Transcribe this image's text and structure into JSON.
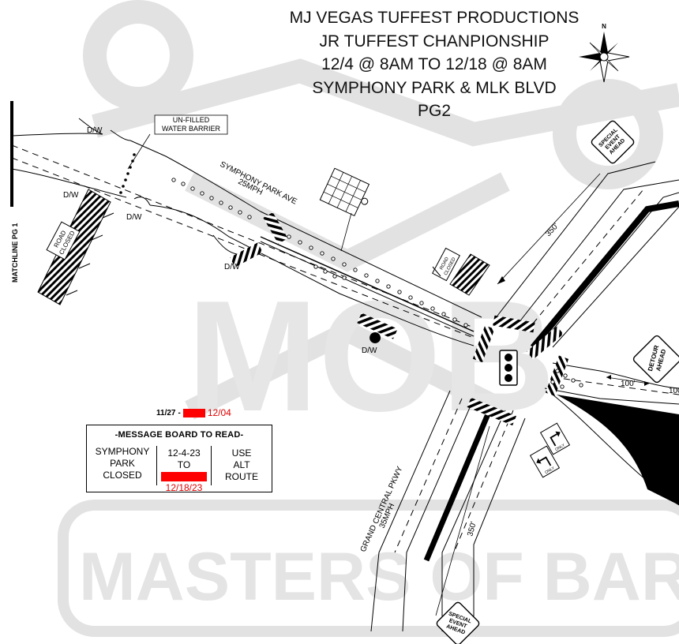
{
  "title": {
    "lines": [
      "MJ VEGAS TUFFEST PRODUCTIONS",
      "JR TUFFEST CHANPIONSHIP",
      "12/4 @ 8AM TO 12/18 @ 8AM",
      "SYMPHONY PARK & MLK BLVD",
      "PG2"
    ]
  },
  "watermark": {
    "text": "MASTERS OF BARRICADES",
    "logo": "MOB",
    "color": "#e2e2e2"
  },
  "north_arrow": {
    "label": "N"
  },
  "matchline": {
    "label": "MATCHLINE PG 1"
  },
  "streets": {
    "symphony": {
      "name": "SYMPHONY PARK AVE",
      "speed": "25MPH"
    },
    "grand_central": {
      "name": "GRAND CENTRAL PKWY",
      "speed": "35MPH"
    }
  },
  "driveway_label": "D/W",
  "callouts": {
    "water_barrier": [
      "UN-FILLED",
      "WATER BARRIER"
    ]
  },
  "signs": {
    "road_closed": [
      "ROAD",
      "CLOSED"
    ],
    "special_event": [
      "SPECIAL",
      "EVENT",
      "AHEAD"
    ],
    "detour_ahead": [
      "DETOUR",
      "AHEAD"
    ],
    "only": "ONLY"
  },
  "dimensions": {
    "d350": "350'",
    "d100": "100'"
  },
  "revision": {
    "old_date": "11/27",
    "separator": "-",
    "new_date": "12/04"
  },
  "message_board": {
    "heading": "-MESSAGE BOARD TO READ-",
    "col1": [
      "SYMPHONY",
      "PARK",
      "CLOSED"
    ],
    "col2": [
      "12-4-23",
      "TO"
    ],
    "col2_revised": "12/18/23",
    "col3": [
      "USE",
      "ALT",
      "ROUTE"
    ]
  },
  "colors": {
    "revision_red": "#ff0000",
    "ink": "#000000"
  }
}
